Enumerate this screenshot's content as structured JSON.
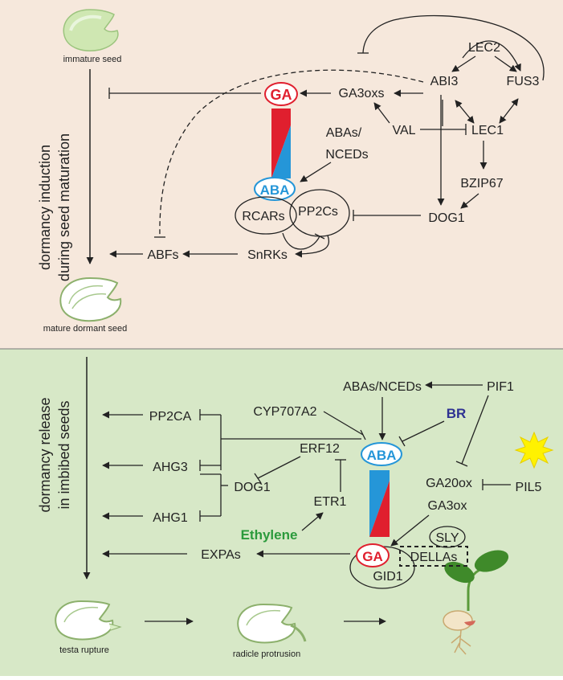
{
  "colors": {
    "top_panel_bg": "#f6e8dc",
    "bottom_panel_bg": "#d7e8c7",
    "ga_red": "#e01f2e",
    "aba_blue": "#2596d8",
    "br_navy": "#2e3192",
    "ethylene_green": "#2b9a3c",
    "sun_yellow": "#fff200",
    "seed_green": "#cfe7b2",
    "line": "#222222"
  },
  "top": {
    "side_label_line1": "dormancy induction",
    "side_label_line2": "during seed maturation",
    "immature_seed": "immature seed",
    "mature_dormant_seed": "mature dormant seed",
    "ga": "GA",
    "aba": "ABA",
    "ga3oxs": "GA3oxs",
    "abi3": "ABI3",
    "lec2": "LEC2",
    "fus3": "FUS3",
    "val": "VAL",
    "lec1": "LEC1",
    "abas_nceds_line1": "ABAs/",
    "abas_nceds_line2": "NCEDs",
    "bzip67": "BZIP67",
    "rcars": "RCARs",
    "pp2cs": "PP2Cs",
    "dog1": "DOG1",
    "snrks": "SnRKs",
    "abfs": "ABFs"
  },
  "bottom": {
    "side_label_line1": "dormancy release",
    "side_label_line2": "in imbibed seeds",
    "abas_nceds": "ABAs/NCEDs",
    "pif1": "PIF1",
    "br": "BR",
    "cyp707a2": "CYP707A2",
    "pp2ca": "PP2CA",
    "ahg3": "AHG3",
    "ahg1": "AHG1",
    "erf12": "ERF12",
    "dog1": "DOG1",
    "etr1": "ETR1",
    "ethylene": "Ethylene",
    "aba": "ABA",
    "ga20ox": "GA20ox",
    "ga3ox": "GA3ox",
    "pil5": "PIL5",
    "sly": "SLY",
    "dellas": "DELLAs",
    "ga": "GA",
    "gid1": "GID1",
    "expas": "EXPAs",
    "testa_rupture": "testa rupture",
    "radicle_protrusion": "radicle protrusion"
  }
}
